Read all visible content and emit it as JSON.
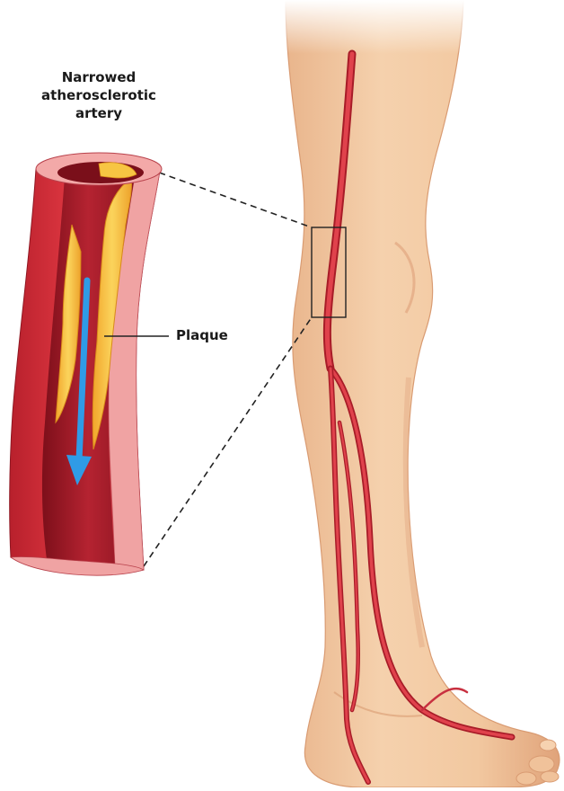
{
  "diagram": {
    "title_lines": [
      "Narrowed",
      "atherosclerotic",
      "artery"
    ],
    "plaque_label": "Plaque"
  },
  "colors": {
    "skin": "#f2c8a0",
    "skin_shadow": "#e2a47a",
    "artery_red": "#d32a36",
    "artery_dark": "#a81c28",
    "vessel_wall": "#e84a50",
    "vessel_inner": "#f3a9a8",
    "lumen": "#9a1622",
    "plaque_yellow": "#f7c543",
    "plaque_dark": "#e09a23",
    "flow_arrow": "#2f9be6",
    "line_dark": "#222222"
  }
}
